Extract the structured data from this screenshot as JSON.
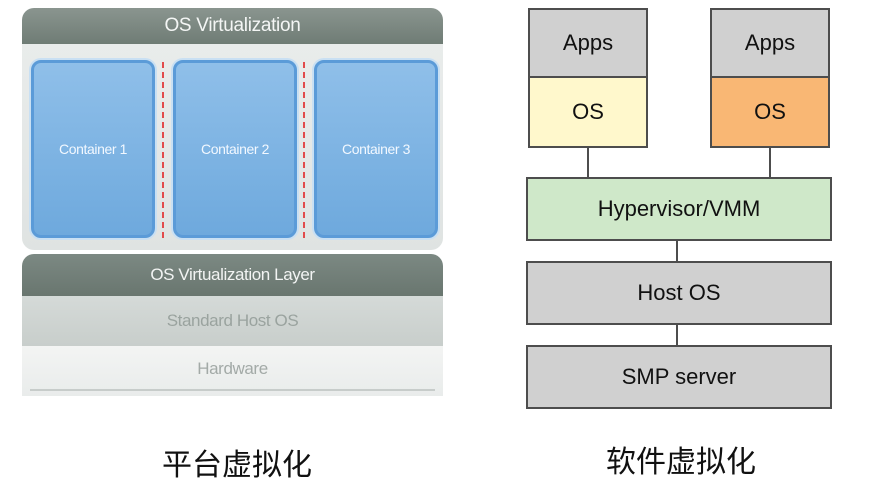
{
  "left_diagram": {
    "header": "OS Virtualization",
    "containers": [
      "Container 1",
      "Container 2",
      "Container 3"
    ],
    "layers": {
      "virtualization": "OS Virtualization Layer",
      "host": "Standard Host OS",
      "hardware": "Hardware"
    },
    "caption": "平台虚拟化"
  },
  "right_diagram": {
    "stacks": [
      {
        "apps": "Apps",
        "os": "OS",
        "os_color": "#fff8cc"
      },
      {
        "apps": "Apps",
        "os": "OS",
        "os_color": "#f9b774"
      }
    ],
    "hypervisor": {
      "label": "Hypervisor/VMM",
      "color": "#cfe8c9"
    },
    "host_os": {
      "label": "Host OS",
      "color": "#d0d0d0"
    },
    "server": {
      "label": "SMP server",
      "color": "#d0d0d0"
    },
    "caption": "软件虚拟化"
  }
}
